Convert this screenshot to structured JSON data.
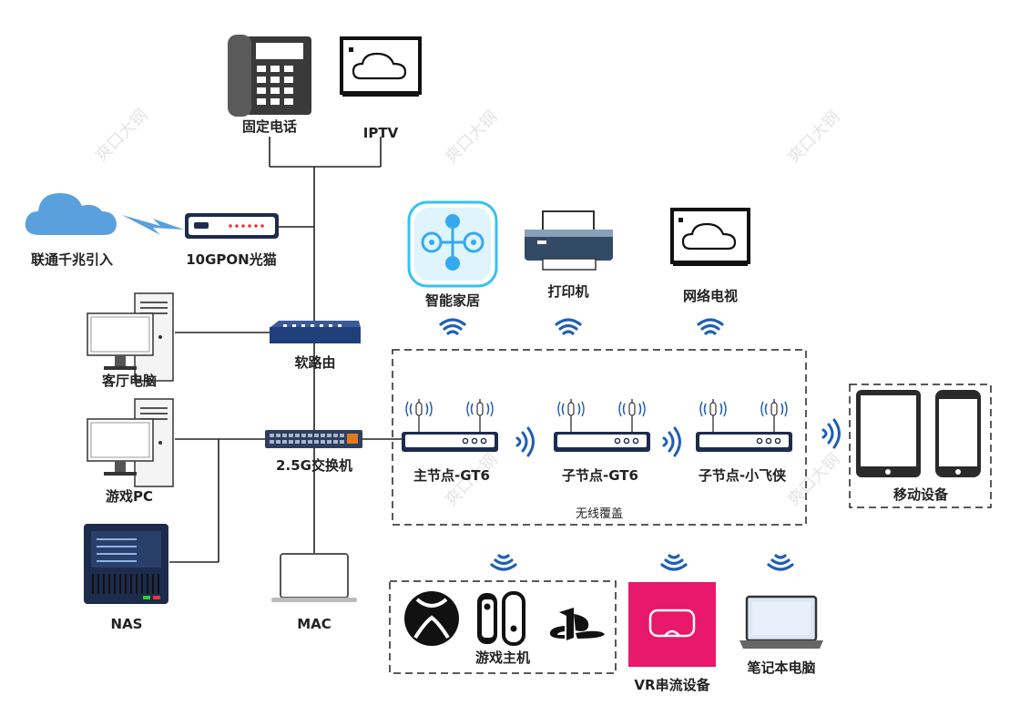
{
  "devices": {
    "landline": "固定电话",
    "iptv": "IPTV",
    "isp": "联通千兆引入",
    "ont": "10GPON光猫",
    "soft_router": "软路由",
    "living_pc": "客厅电脑",
    "gaming_pc": "游戏PC",
    "nas": "NAS",
    "switch": "2.5G交换机",
    "mac": "MAC",
    "smart_home": "智能家居",
    "printer": "打印机",
    "network_tv": "网络电视",
    "main_node": "主节点-GT6",
    "sub_node_1": "子节点-GT6",
    "sub_node_2": "子节点-小飞侠",
    "wireless_coverage": "无线覆盖",
    "mobile_devices": "移动设备",
    "game_consoles": "游戏主机",
    "vr_streaming": "VR串流设备",
    "laptop": "笔记本电脑"
  },
  "watermark": "爽口大钢",
  "colors": {
    "wifi_blue": "#1f5fb4",
    "router_dark": "#1d2b4c",
    "cloud_blue": "#5aa0de",
    "vr_pink": "#e8186a",
    "switch_blue": "#1f3f7a"
  }
}
